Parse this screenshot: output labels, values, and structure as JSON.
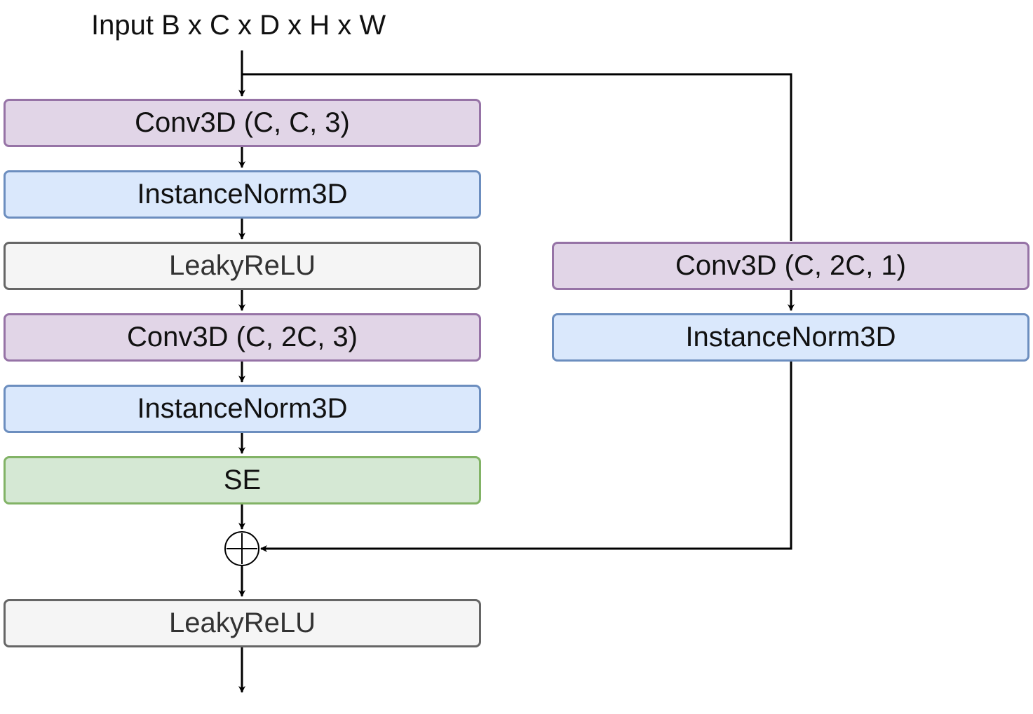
{
  "input_label": "Input B x C x D x H x W",
  "main_path": {
    "conv1": "Conv3D (C, C, 3)",
    "norm1": "InstanceNorm3D",
    "act1": "LeakyReLU",
    "conv2": "Conv3D (C, 2C, 3)",
    "norm2": "InstanceNorm3D",
    "se": "SE",
    "act_out": "LeakyReLU"
  },
  "skip_path": {
    "conv": "Conv3D (C, 2C, 1)",
    "norm": "InstanceNorm3D"
  },
  "colors": {
    "conv_fill": "#e1d5e7",
    "conv_stroke": "#9673a6",
    "norm_fill": "#dae8fc",
    "norm_stroke": "#6c8ebf",
    "act_fill": "#f5f5f5",
    "act_stroke": "#666666",
    "se_fill": "#d5e8d4",
    "se_stroke": "#82b366"
  }
}
